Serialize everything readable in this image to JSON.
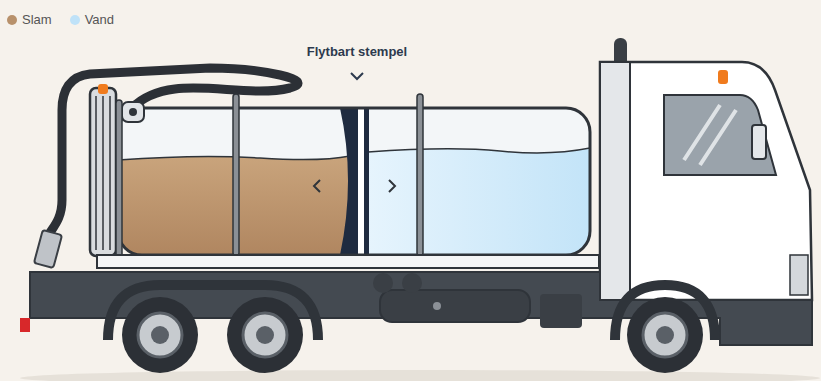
{
  "diagram": {
    "labels": [
      "Flytbart stempel"
    ],
    "legend": [
      {
        "text": "Slam",
        "color": "#b8916b"
      },
      {
        "text": "Vand",
        "color": "#bfe2f8"
      }
    ]
  }
}
